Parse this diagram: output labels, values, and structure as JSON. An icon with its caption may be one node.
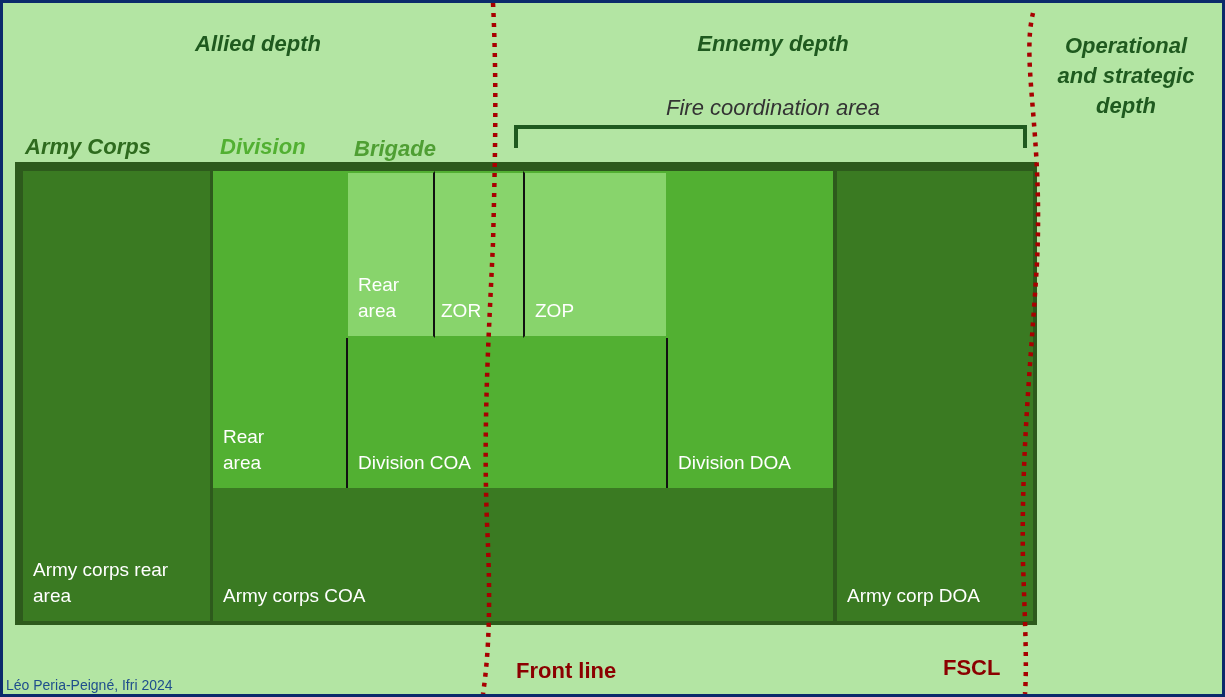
{
  "diagram": {
    "nodes": [
      {
        "text": [
          "Army corps rear area"
        ]
      },
      {
        "text": [
          "Rear area"
        ]
      },
      {
        "text": [
          "Rear area"
        ]
      },
      {
        "text": [
          "ZOR"
        ]
      },
      {
        "text": [
          "ZOP"
        ]
      },
      {
        "text": [
          "Division COA"
        ]
      },
      {
        "text": [
          "Division DOA"
        ]
      },
      {
        "text": [
          "Army corps COA"
        ]
      },
      {
        "text": [
          "Army corp DOA"
        ]
      }
    ],
    "labels": [
      "Allied depth",
      "Ennemy depth",
      "Operational and strategic depth",
      "Fire coordination area",
      "Army Corps",
      "Division",
      "Brigade",
      "Front line",
      "FSCL",
      "Léo Peria-Peigné, Ifri 2024"
    ]
  }
}
